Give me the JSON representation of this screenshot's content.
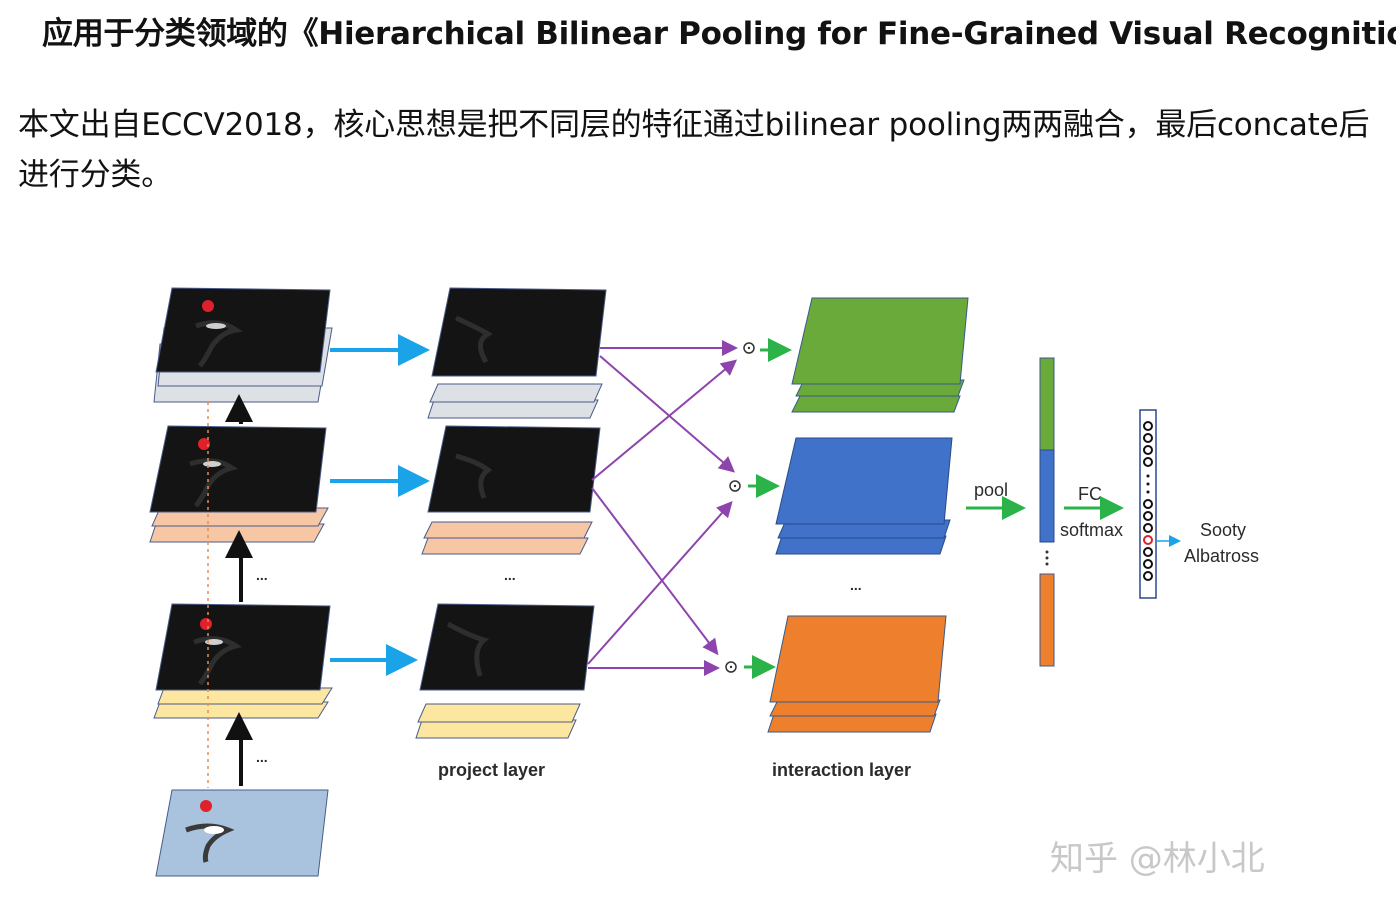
{
  "heading": {
    "bullet": "•",
    "text": "应用于分类领域的《Hierarchical Bilinear Pooling for Fine-Grained Visual Recognition》"
  },
  "paragraph": "本文出自ECCV2018，核心思想是把不同层的特征通过bilinear pooling两两融合，最后concate后进行分类。",
  "figure": {
    "label_project": "project layer",
    "label_interaction": "interaction layer",
    "label_pool": "pool",
    "label_fc": "FC",
    "label_softmax": "softmax",
    "label_class_line1": "Sooty",
    "label_class_line2": "Albatross",
    "ellipsis": "...",
    "hadamard": "⊙",
    "watermark": "知乎 @林小北",
    "colors": {
      "blue_arrow": "#1aa3e8",
      "green_arrow": "#2bb34a",
      "purple": "#8e44ad",
      "green_map": "#6aaa3a",
      "blue_map": "#3f72c8",
      "orange_map": "#ee7f2d",
      "peach": "#f6c6a5",
      "yellow": "#fde6a0",
      "gray": "#dde0e4"
    }
  }
}
